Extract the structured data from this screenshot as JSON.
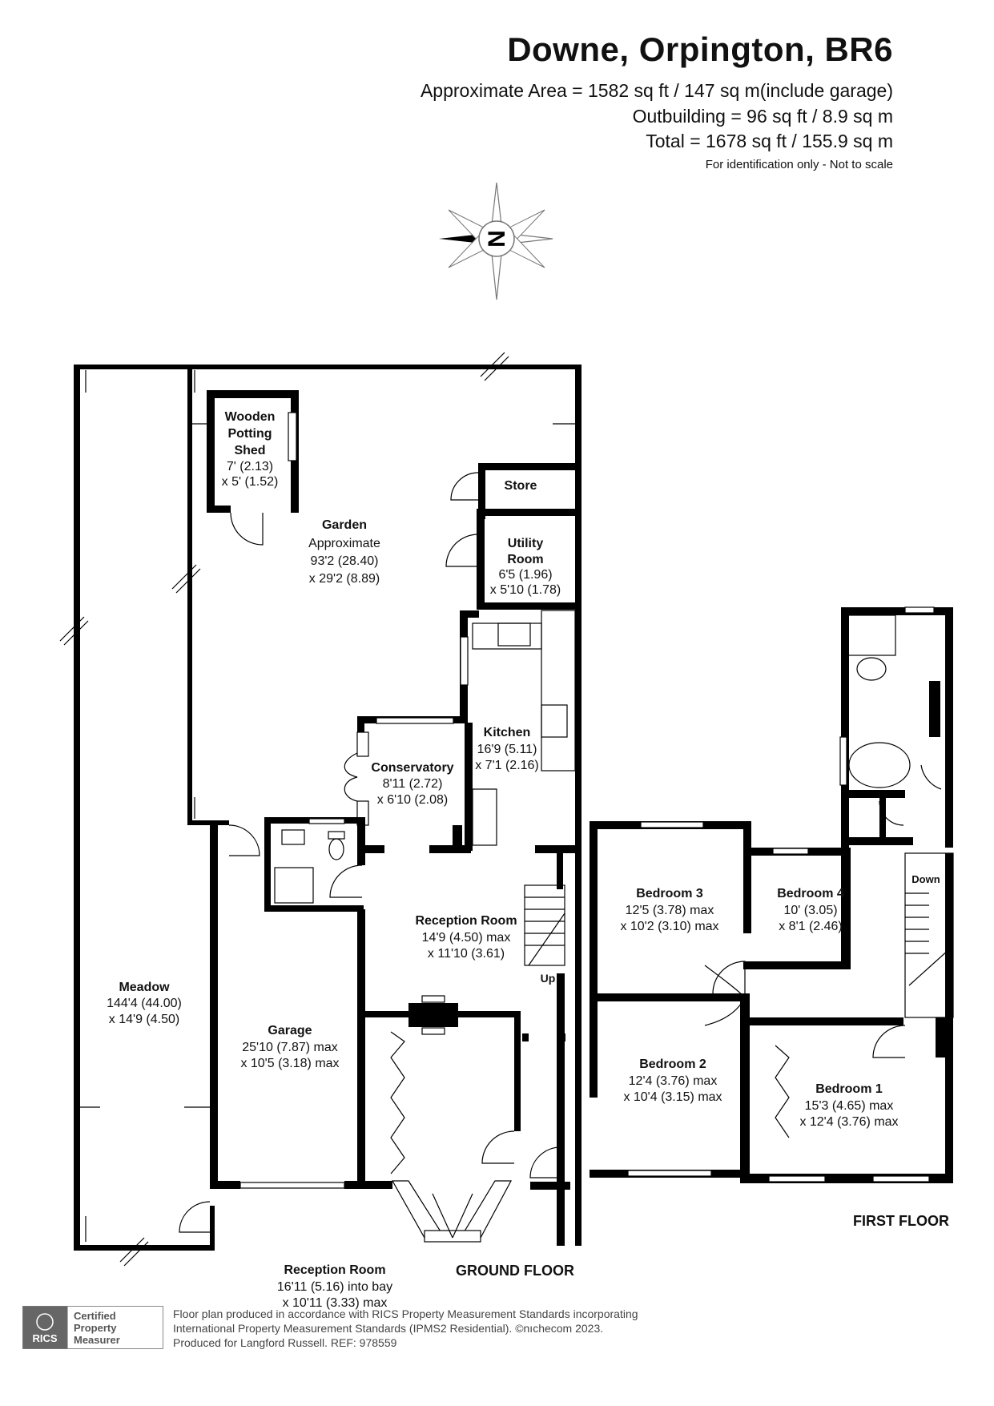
{
  "header": {
    "title": "Downe, Orpington, BR6",
    "area_line1": "Approximate Area = 1582 sq ft / 147 sq m(include garage)",
    "area_line2": "Outbuilding = 96 sq ft / 8.9 sq m",
    "area_line3": "Total = 1678 sq ft / 155.9 sq m",
    "disclaimer": "For identification only - Not to scale"
  },
  "compass": {
    "letter": "N",
    "icon": "compass-rose-icon"
  },
  "rooms": {
    "shed": {
      "name1": "Wooden",
      "name2": "Potting",
      "name3": "Shed",
      "dim1": "7' (2.13)",
      "dim2": "x 5' (1.52)"
    },
    "garden": {
      "name": "Garden",
      "note": "Approximate",
      "dim1": "93'2 (28.40)",
      "dim2": "x 29'2 (8.89)"
    },
    "store": {
      "name": "Store"
    },
    "utility": {
      "name1": "Utility",
      "name2": "Room",
      "dim1": "6'5 (1.96)",
      "dim2": "x 5'10 (1.78)"
    },
    "kitchen": {
      "name": "Kitchen",
      "dim1": "16'9 (5.11)",
      "dim2": "x 7'1 (2.16)"
    },
    "conservatory": {
      "name": "Conservatory",
      "dim1": "8'11 (2.72)",
      "dim2": "x 6'10 (2.08)"
    },
    "reception1": {
      "name": "Reception Room",
      "dim1": "14'9 (4.50) max",
      "dim2": "x 11'10 (3.61)"
    },
    "stairs_up": "Up",
    "meadow": {
      "name": "Meadow",
      "dim1": "144'4 (44.00)",
      "dim2": "x 14'9 (4.50)"
    },
    "garage": {
      "name": "Garage",
      "dim1": "25'10 (7.87) max",
      "dim2": "x 10'5 (3.18) max"
    },
    "reception2": {
      "name": "Reception Room",
      "dim1": "16'11 (5.16) into bay",
      "dim2": "x 10'11 (3.33) max"
    },
    "bedroom3": {
      "name": "Bedroom 3",
      "dim1": "12'5 (3.78) max",
      "dim2": "x 10'2 (3.10) max"
    },
    "bedroom4": {
      "name": "Bedroom 4",
      "dim1": "10' (3.05)",
      "dim2": "x 8'1 (2.46)"
    },
    "stairs_down": "Down",
    "bedroom2": {
      "name": "Bedroom 2",
      "dim1": "12'4 (3.76) max",
      "dim2": "x 10'4 (3.15) max"
    },
    "bedroom1": {
      "name": "Bedroom 1",
      "dim1": "15'3 (4.65) max",
      "dim2": "x 12'4 (3.76) max"
    }
  },
  "floors": {
    "ground": "GROUND FLOOR",
    "first": "FIRST FLOOR"
  },
  "badge": {
    "org": "RICS",
    "line1": "Certified",
    "line2": "Property",
    "line3": "Measurer"
  },
  "footer": {
    "line1": "Floor plan produced in accordance with RICS Property Measurement Standards incorporating",
    "line2": "International Property Measurement Standards (IPMS2 Residential).   ©nıchecom 2023.",
    "line3": "Produced for Langford Russell.   REF: 978559"
  }
}
